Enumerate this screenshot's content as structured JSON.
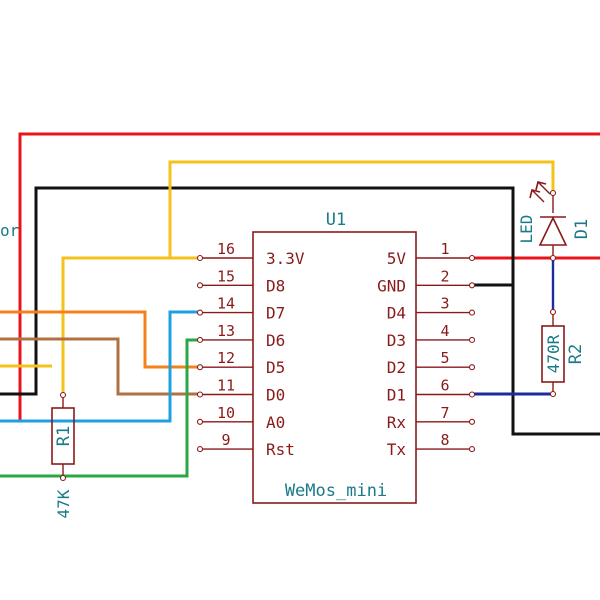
{
  "colors": {
    "component": "#8a1a1a",
    "label": "#1a7a8a",
    "wire_red": "#e8141c",
    "wire_black": "#111111",
    "wire_yellow": "#f5c21b",
    "wire_orange": "#f5801e",
    "wire_brown": "#b07040",
    "wire_blue": "#1ea0e0",
    "wire_green": "#28a844",
    "wire_navy": "#1d2aa0"
  },
  "left_text_fragment": "or",
  "u1": {
    "reference": "U1",
    "name": "WeMos_mini",
    "left_pins": [
      {
        "num": "16",
        "name": "3.3V"
      },
      {
        "num": "15",
        "name": "D8"
      },
      {
        "num": "14",
        "name": "D7"
      },
      {
        "num": "13",
        "name": "D6"
      },
      {
        "num": "12",
        "name": "D5"
      },
      {
        "num": "11",
        "name": "D0"
      },
      {
        "num": "10",
        "name": "A0"
      },
      {
        "num": "9",
        "name": "Rst"
      }
    ],
    "right_pins": [
      {
        "num": "1",
        "name": "5V"
      },
      {
        "num": "2",
        "name": "GND"
      },
      {
        "num": "3",
        "name": "D4"
      },
      {
        "num": "4",
        "name": "D3"
      },
      {
        "num": "5",
        "name": "D2"
      },
      {
        "num": "6",
        "name": "D1"
      },
      {
        "num": "7",
        "name": "Rx"
      },
      {
        "num": "8",
        "name": "Tx"
      }
    ]
  },
  "r1": {
    "reference": "R1",
    "value": "47K"
  },
  "r2": {
    "reference": "R2",
    "value": "470R"
  },
  "d1": {
    "reference": "D1",
    "value": "LED"
  }
}
